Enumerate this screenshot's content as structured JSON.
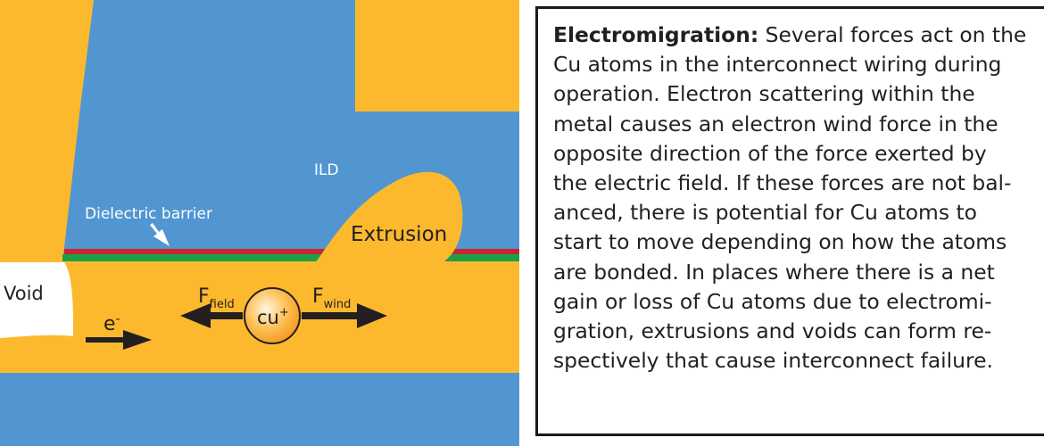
{
  "diagram": {
    "labels": {
      "ild": "ILD",
      "dielectric_barrier": "Dielectric barrier",
      "extrusion": "Extrusion",
      "void": "Void",
      "electron": "e",
      "electron_sup": "-",
      "f_field_main": "F",
      "f_field_sub": "field",
      "f_wind_main": "F",
      "f_wind_sub": "wind",
      "ion_main": "cu",
      "ion_sup": "+"
    },
    "colors": {
      "copper": "#fdb92e",
      "ild": "#5196d1",
      "barrier_red": "#c8262f",
      "barrier_green": "#1f9e48",
      "ion_fill": "#fbb040",
      "arrow": "#231f20"
    }
  },
  "description": {
    "title": "Electromigration:",
    "lines": [
      " Several forces act on the",
      "Cu atoms in the interconnect wiring during",
      "operation. Electron scattering within the",
      "metal causes an electron wind force in the",
      "opposite direction of the force exerted by",
      "the electric field. If these forces are not bal-",
      "anced, there is potential for Cu atoms to",
      "start to move depending on how the atoms",
      "are bonded. In places where there is a net",
      "gain or loss of Cu atoms due to electromi-",
      "gration, extrusions and voids can form re-",
      "spectively that cause interconnect failure."
    ]
  }
}
